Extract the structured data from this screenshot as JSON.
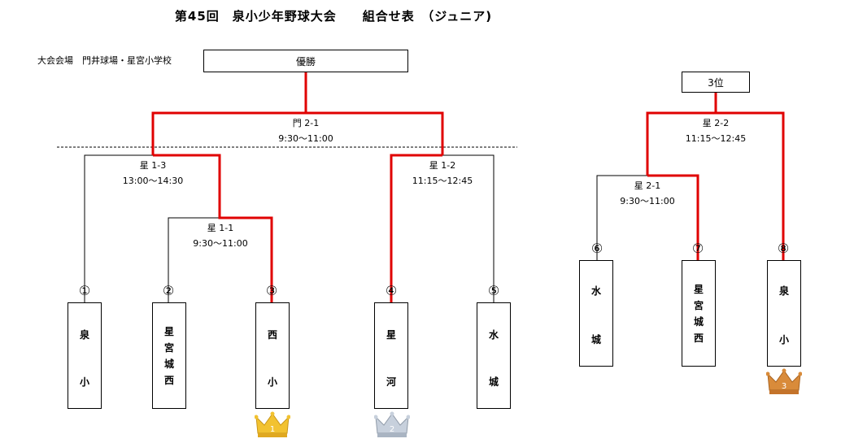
{
  "title": "第45回　泉小少年野球大会　　組合せ表　（ジュニア)",
  "venue": "大会会場　門井球場・星宮小学校",
  "main_bracket": {
    "final_label": "優勝",
    "final_match": {
      "label": "門 2-1",
      "time": "9:30～11:00"
    },
    "semi_left": {
      "label": "星 1-3",
      "time": "13:00～14:30"
    },
    "semi_right": {
      "label": "星 1-2",
      "time": "11:15～12:45"
    },
    "first_round": {
      "label": "星 1-1",
      "time": "9:30～11:00"
    },
    "teams": [
      {
        "num": "①",
        "chars": [
          "泉",
          "小"
        ]
      },
      {
        "num": "②",
        "chars": [
          "星",
          "宮",
          "城",
          "西"
        ]
      },
      {
        "num": "③",
        "chars": [
          "西",
          "小"
        ]
      },
      {
        "num": "④",
        "chars": [
          "星",
          "河"
        ]
      },
      {
        "num": "⑤",
        "chars": [
          "水",
          "城"
        ]
      }
    ]
  },
  "third_bracket": {
    "label": "3位",
    "final_match": {
      "label": "星 2-2",
      "time": "11:15～12:45"
    },
    "semi": {
      "label": "星 2-1",
      "time": "9:30～11:00"
    },
    "teams": [
      {
        "num": "⑥",
        "chars": [
          "水",
          "城"
        ]
      },
      {
        "num": "⑦",
        "chars": [
          "星",
          "宮",
          "城",
          "西"
        ]
      },
      {
        "num": "⑧",
        "chars": [
          "泉",
          "小"
        ]
      }
    ]
  },
  "crowns": [
    {
      "rank": "1",
      "color": "#f2c230",
      "team": "③"
    },
    {
      "rank": "2",
      "color": "#b9c4d2",
      "team": "④"
    },
    {
      "rank": "3",
      "color": "#d98b3a",
      "team": "⑧"
    }
  ],
  "colors": {
    "winner_line": "#e00000",
    "line": "#000000"
  }
}
